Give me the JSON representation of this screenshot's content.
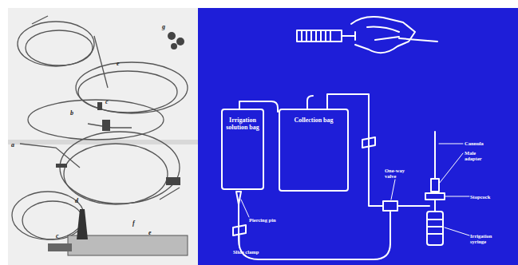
{
  "diagram": {
    "nodes": [
      {
        "text": [
          "Irrigation solution bag"
        ]
      },
      {
        "text": [
          "Collection bag"
        ]
      }
    ],
    "labels": [
      "g",
      "e",
      "c",
      "b",
      "a",
      "d",
      "c",
      "f",
      "e",
      "Piercing pin",
      "Slide clamp",
      "One-way valve",
      "Cannula",
      "Male adapter",
      "Stopcock",
      "Irrigation syringe"
    ]
  }
}
